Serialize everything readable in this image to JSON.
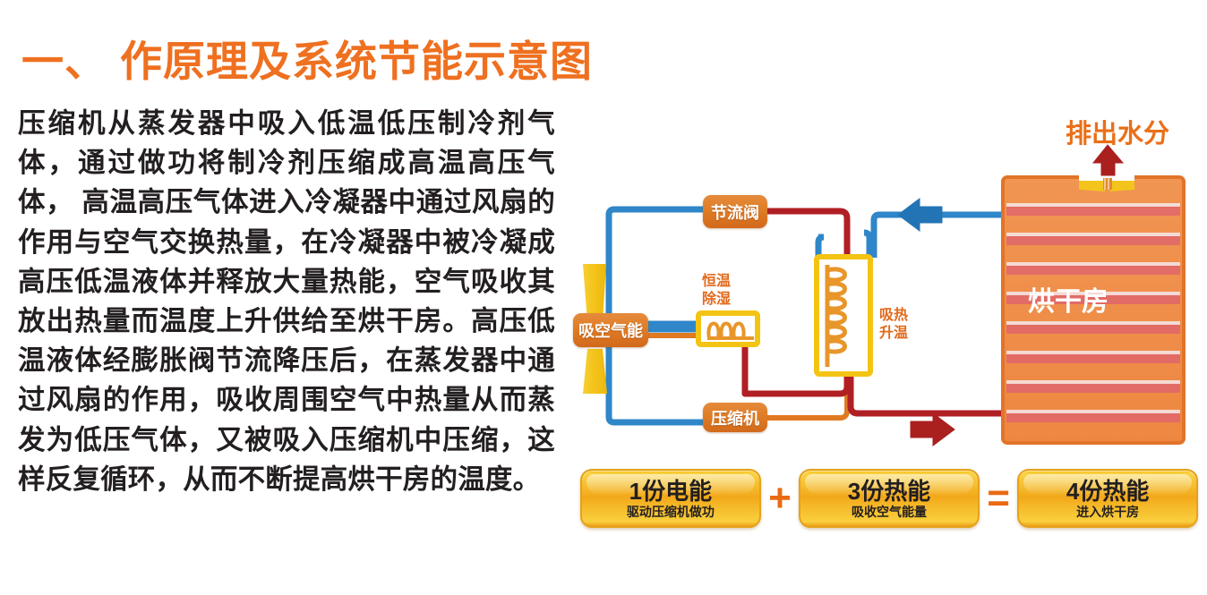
{
  "heading": "一、 作原理及系统节能示意图",
  "body_paragraph": "压缩机从蒸发器中吸入低温低压制冷剂气体，通过做功将制冷剂压缩成高温高压气体， 高温高压气体进入冷凝器中通过风扇的作用与空气交换热量，在冷凝器中被冷凝成高压低温液体并释放大量热能，空气吸收其放出热量而温度上升供给至烘干房。高压低温液体经膨胀阀节流降压后，在蒸发器中通过风扇的作用，吸收周围空气中热量从而蒸发为低压气体，又被吸入压缩机中压缩，这样反复循环，从而不断提高烘干房的温度。",
  "diagram": {
    "labels": {
      "throttle_valve": "节流阀",
      "compressor": "压缩机",
      "air_source": "吸空气能",
      "dehumidify": "恒温\n除湿",
      "dehumidify_line1": "恒温",
      "dehumidify_line2": "除湿",
      "absorb_heat_line1": "吸热",
      "absorb_heat_line2": "升温",
      "exhaust_moisture": "排出水分",
      "drying_room": "烘干房"
    },
    "colors": {
      "cold_pipe": "#2f86c8",
      "hot_pipe": "#b01f24",
      "warm_pipe": "#e07a22",
      "coil_frame": "#f4c414",
      "coil": "#e8962a",
      "fan": "#f5c523",
      "room_fill": "#ef8c47",
      "room_border": "#e2742a",
      "accent_orange": "#ea6f18"
    },
    "arrows": [
      {
        "name": "return-air-arrow",
        "direction": "left",
        "color": "#2f86c8"
      },
      {
        "name": "hot-air-supply-arrow",
        "direction": "right",
        "color": "#b01f24"
      },
      {
        "name": "moisture-exhaust-arrow",
        "direction": "up",
        "color": "#b01f24"
      }
    ]
  },
  "formula": {
    "items": [
      {
        "big": "1份电能",
        "small": "驱动压缩机做功"
      },
      {
        "big": "3份热能",
        "small": "吸收空气能量"
      },
      {
        "big": "4份热能",
        "small": "进入烘干房"
      }
    ],
    "operators": [
      "+",
      "="
    ]
  }
}
